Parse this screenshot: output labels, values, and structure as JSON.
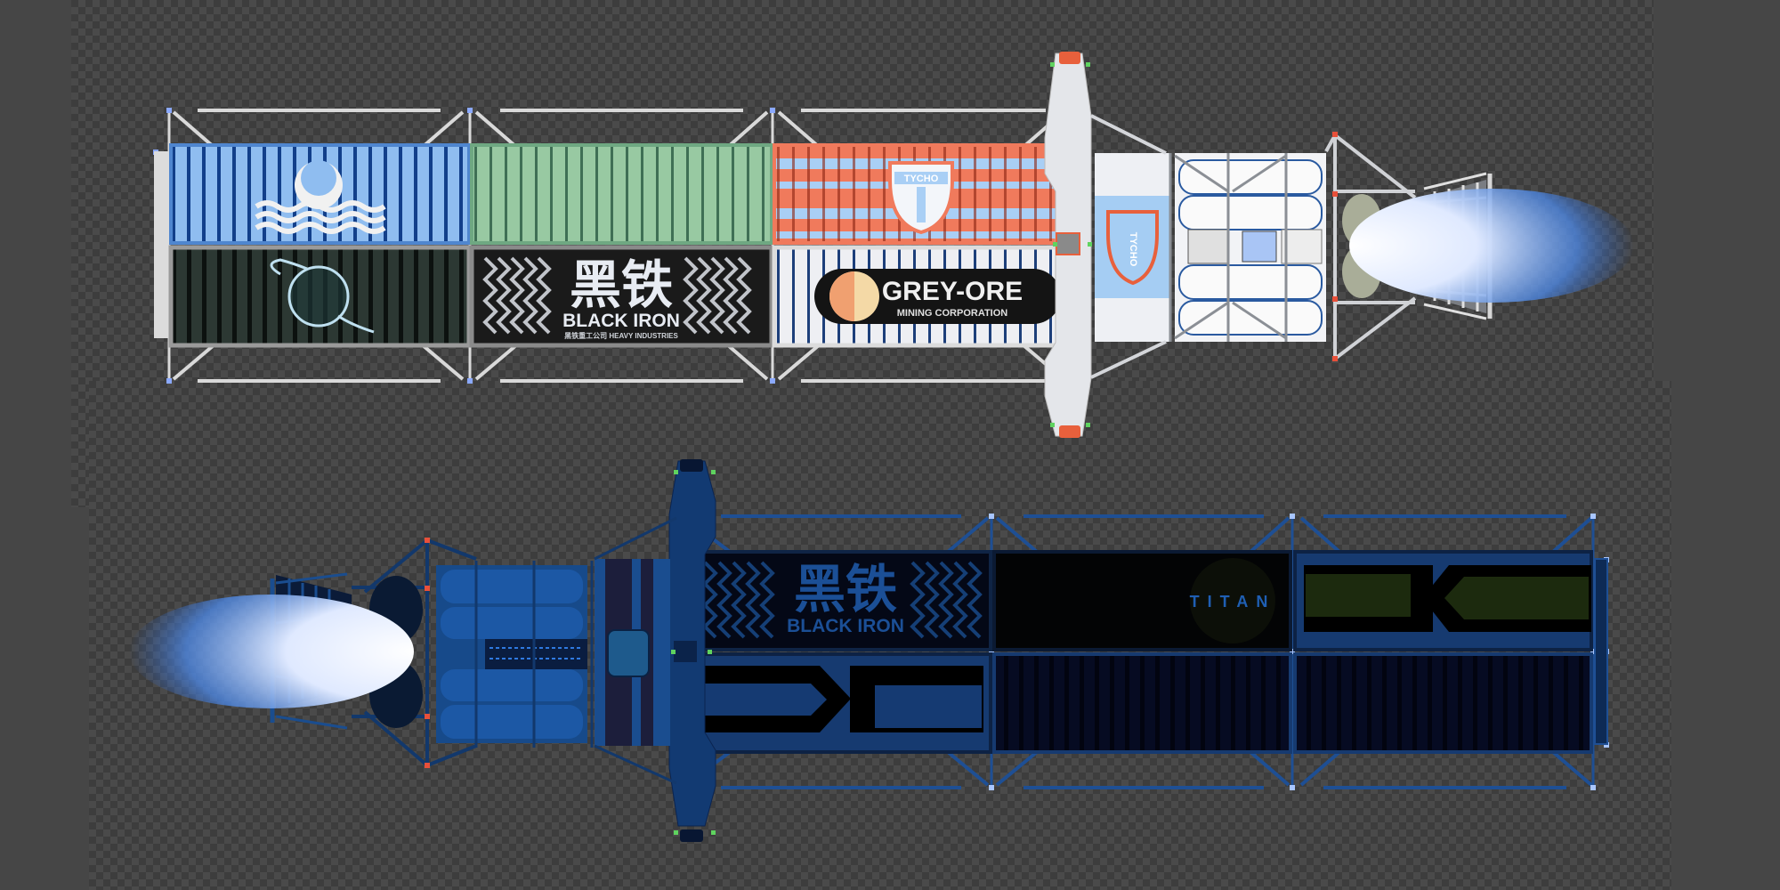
{
  "viewport": {
    "background_color": "#464646",
    "checker_light": "#4a4a4a",
    "checker_dark": "#3d3d3d"
  },
  "ship_top": {
    "variant": "lit",
    "orientation": "engine-right",
    "containers": [
      {
        "id": "c1",
        "row": "top",
        "color": "#5b93d6",
        "logo": "moon-waves-logo",
        "text": ""
      },
      {
        "id": "c2",
        "row": "top",
        "color": "#8fc09a",
        "logo": "",
        "text": ""
      },
      {
        "id": "c3",
        "row": "top",
        "color": "#f07a5c",
        "logo": "tycho-shield-logo",
        "text": "TYCHO"
      },
      {
        "id": "c4",
        "row": "bottom",
        "color": "#1d2622",
        "logo": "globe-logo",
        "text": ""
      },
      {
        "id": "c5",
        "row": "bottom",
        "color": "#1a1a1a",
        "logo": "black-iron-logo",
        "text": "黑铁",
        "subtitle": "BLACK IRON",
        "tagline": "黑铁重工公司 HEAVY INDUSTRIES"
      },
      {
        "id": "c6",
        "row": "bottom",
        "color": "#e8e8ec",
        "logo": "grey-ore-logo",
        "text": "GREY-ORE",
        "subtitle": "MINING CORPORATION"
      }
    ],
    "cockpit_logo_text": "TYCHO",
    "hull_color": "#e6e8ee",
    "accent_color": "#e8603c",
    "thrust_color": "#7fb0ff"
  },
  "ship_bottom": {
    "variant": "shadowed",
    "orientation": "engine-left",
    "containers": [
      {
        "id": "d1",
        "row": "top",
        "color": "#0a1220",
        "logo": "black-iron-logo",
        "text": "黑铁",
        "subtitle": "BLACK IRON"
      },
      {
        "id": "d2",
        "row": "top",
        "color": "#030405",
        "logo": "titan-logo",
        "text": "TITAN"
      },
      {
        "id": "d3",
        "row": "top",
        "color": "#163a70",
        "logo": "arrow-panel",
        "text": ""
      },
      {
        "id": "d4",
        "row": "bottom",
        "color": "#163a70",
        "logo": "arrow-panel",
        "text": ""
      },
      {
        "id": "d5",
        "row": "bottom",
        "color": "#050a1e",
        "logo": "",
        "text": ""
      },
      {
        "id": "d6",
        "row": "bottom",
        "color": "#050a1e",
        "logo": "",
        "text": ""
      }
    ],
    "hull_color": "#1a4d8f",
    "thrust_color": "#7fb0ff"
  }
}
